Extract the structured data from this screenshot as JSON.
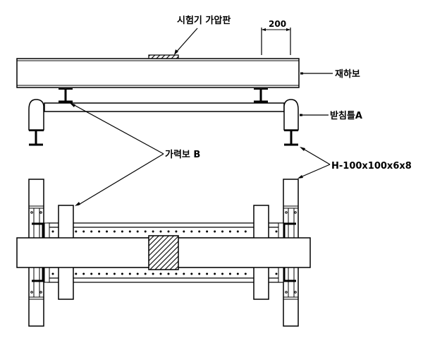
{
  "drawing": {
    "labels": {
      "test_plate": "시험기 가압판",
      "dimension": "200",
      "loading_beam": "재하보",
      "support_frame": "받침틀A",
      "force_beam": "가력보 B",
      "h_section": "H-100x100x6x8"
    },
    "colors": {
      "line": "#000000",
      "background": "#ffffff"
    },
    "bolt_rows": {
      "top_count": 30,
      "bottom_count": 30
    }
  }
}
